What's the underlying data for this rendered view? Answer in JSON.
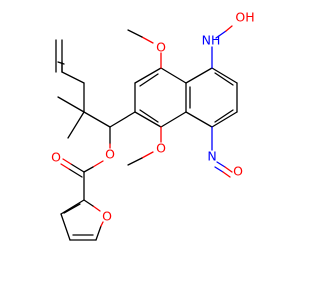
{
  "molecule": {
    "colors": {
      "carbon": "#000000",
      "oxygen": "#ff0000",
      "nitrogen": "#0000ff"
    },
    "labels": {
      "nh": "NH",
      "oh": "OH",
      "n_nitroso": "N",
      "o_nitroso": "O",
      "o_methoxy_top": "O",
      "o_methoxy_bottom": "O",
      "o_ester": "O",
      "o_carbonyl": "O",
      "o_furan": "O"
    }
  }
}
